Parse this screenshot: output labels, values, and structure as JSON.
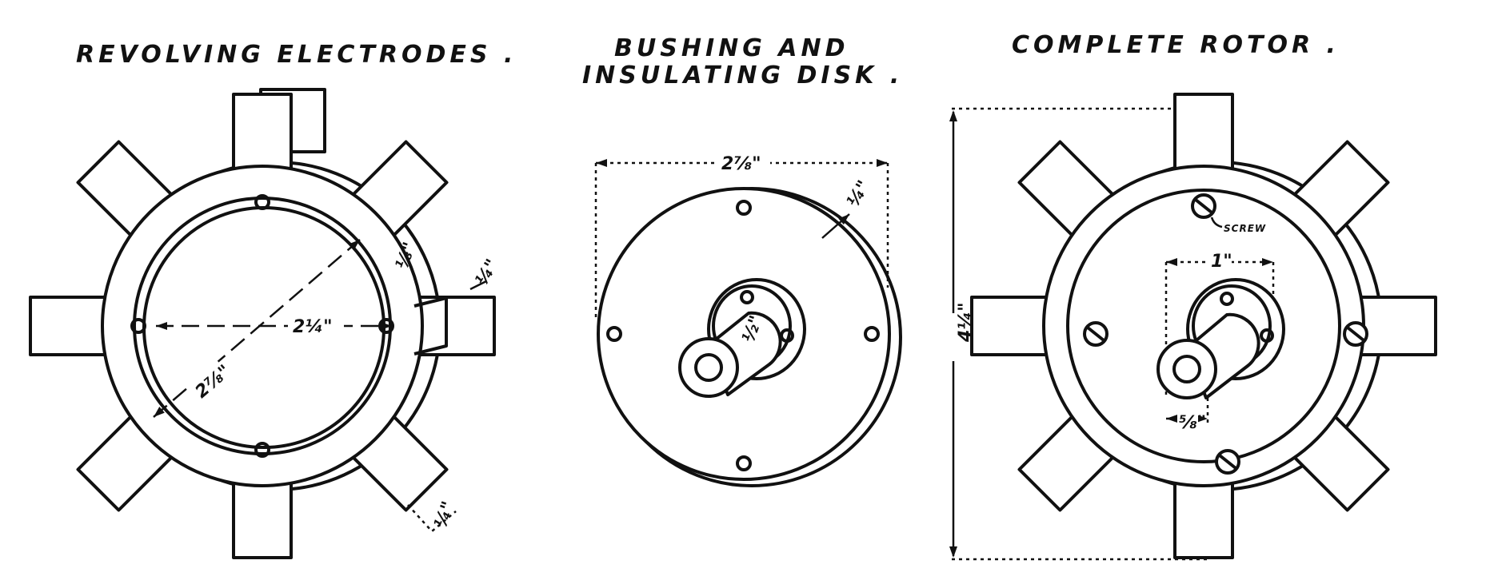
{
  "figures": [
    {
      "title": "REVOLVING  ELECTRODES .",
      "dimensions": [
        "2¼\"",
        "2⅞\"",
        "⅛\"",
        "¼\"",
        "¼\""
      ]
    },
    {
      "title_line1": "BUSHING   AND",
      "title_line2": "INSULATING   DISK .",
      "dimensions": [
        "2⅞\"",
        "¼\"",
        "½\""
      ]
    },
    {
      "title": "COMPLETE   ROTOR .",
      "dimensions": [
        "4¼\"",
        "1\"",
        "⅝\""
      ],
      "screw_label": "SCREW"
    }
  ]
}
